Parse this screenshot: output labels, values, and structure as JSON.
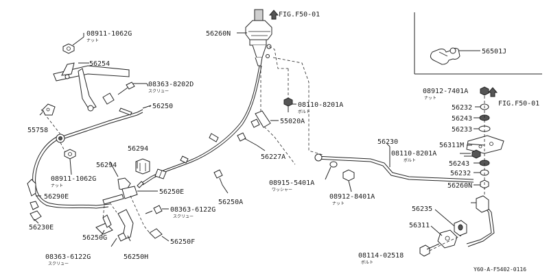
{
  "labels": {
    "l_08911_1062G_top": "08911-1062G",
    "l_nut_top": "ナット",
    "l_56254": "56254",
    "l_08363_8202D": "08363-8202D",
    "l_screw_8202D": "スクリュー",
    "l_56250": "56250",
    "l_55758": "55758",
    "l_56294_a": "56294",
    "l_56294_b": "56294",
    "l_08911_1062G_bot": "08911-1062G",
    "l_nut_bot": "ナット",
    "l_56290E": "56290E",
    "l_56230E": "56230E",
    "l_56250E": "56250E",
    "l_08363_6122G_a": "08363-6122G",
    "l_screw_6122G_a": "スクリュー",
    "l_56250G": "56250G",
    "l_08363_6122G_b": "08363-6122G",
    "l_screw_6122G_b": "スクリュー",
    "l_56250H": "56250H",
    "l_56250F": "56250F",
    "l_56260N_top": "56260N",
    "l_fig_top": "FIG.F50-01",
    "l_08110_8201A_a": "08110-8201A",
    "l_bolt_a": "ボルト",
    "l_55020A": "55020A",
    "l_56227A": "56227A",
    "l_56250A": "56250A",
    "l_08915_5401A": "08915-5401A",
    "l_washer": "ワッシャー",
    "l_08912_8401A": "08912-8401A",
    "l_nut_8401A": "ナット",
    "l_56230": "56230",
    "l_08110_8201A_b": "08110-8201A",
    "l_bolt_b": "ボルト",
    "l_56501J": "56501J",
    "l_08912_7401A": "08912-7401A",
    "l_nut_7401A": "ナット",
    "l_fig_right": "FIG.F50-01",
    "l_56232_a": "56232",
    "l_56243_a": "56243",
    "l_56233": "56233",
    "l_56311M": "56311M",
    "l_56243_b": "56243",
    "l_56232_b": "56232",
    "l_56260N_right": "56260N",
    "l_56235": "56235",
    "l_56311": "56311",
    "l_08114_02518": "08114-02518",
    "l_bolt_c": "ボルト",
    "l_code": "Y60-A-F5402-0116"
  }
}
